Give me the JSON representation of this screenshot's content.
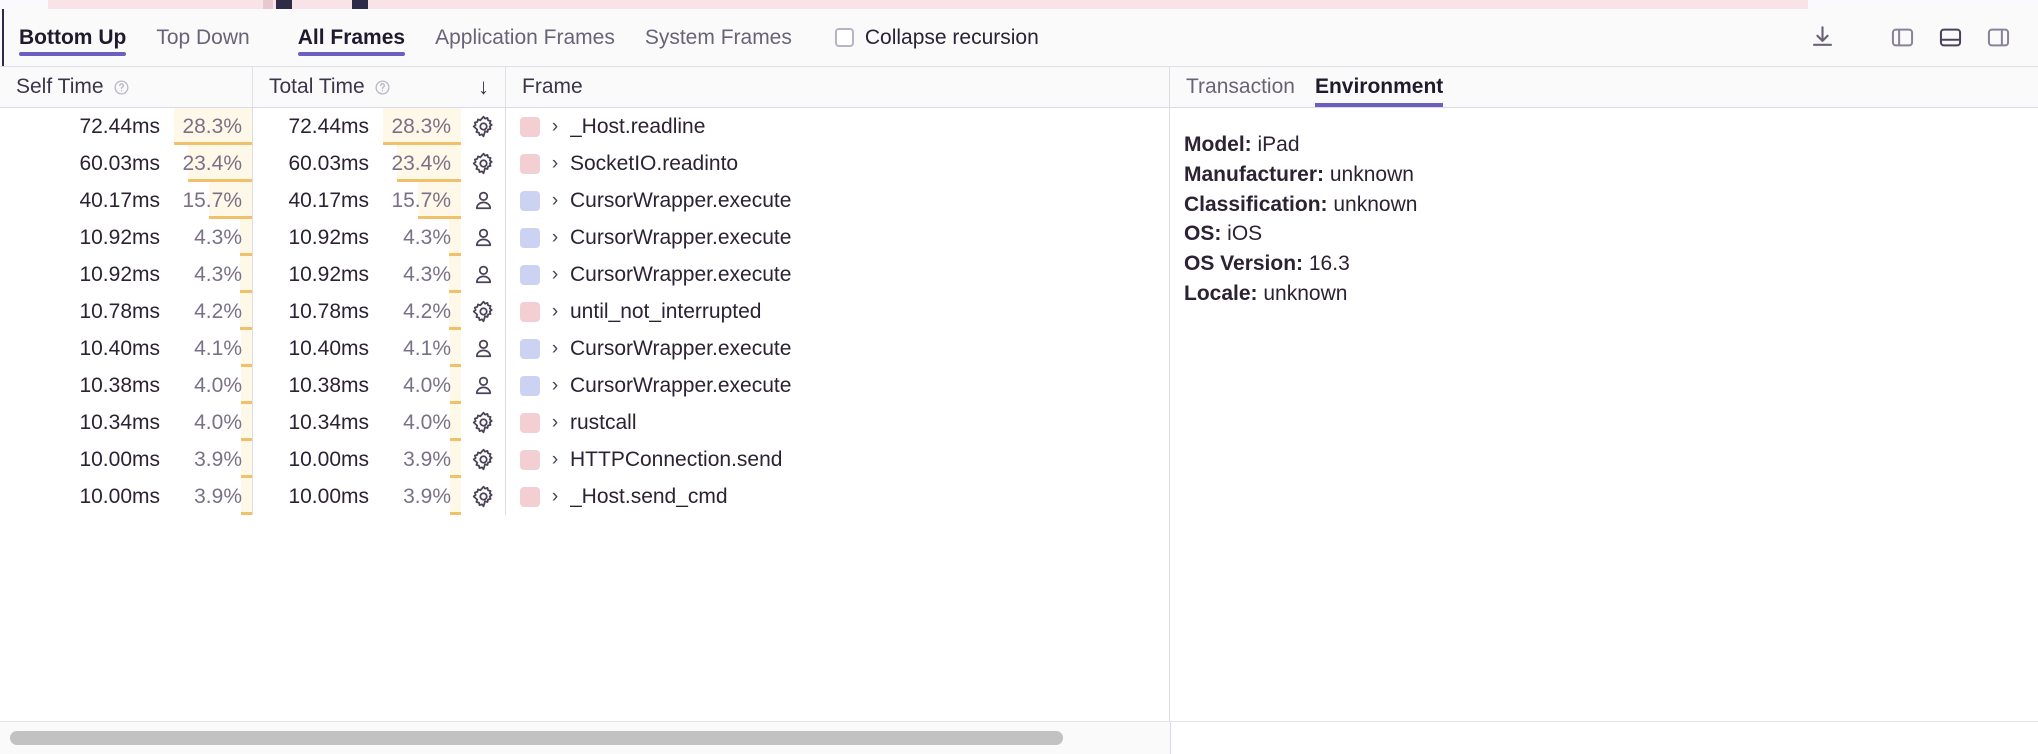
{
  "toolbar": {
    "tabs": [
      {
        "label": "Bottom Up",
        "active": true
      },
      {
        "label": "Top Down",
        "active": false
      }
    ],
    "frame_tabs": [
      {
        "label": "All Frames",
        "active": true
      },
      {
        "label": "Application Frames",
        "active": false
      },
      {
        "label": "System Frames",
        "active": false
      }
    ],
    "collapse_recursion_label": "Collapse recursion",
    "collapse_recursion_checked": false,
    "icons": [
      {
        "name": "download-icon"
      },
      {
        "name": "panel-left-icon"
      },
      {
        "name": "panel-bottom-icon"
      },
      {
        "name": "panel-right-icon"
      }
    ]
  },
  "table": {
    "columns": {
      "self_time": "Self Time",
      "total_time": "Total Time",
      "frame": "Frame",
      "sort_indicator": "↓"
    },
    "rows": [
      {
        "self_time": "72.44ms",
        "self_pct": "28.3%",
        "self_pct_value": 28.3,
        "total_time": "72.44ms",
        "total_pct": "28.3%",
        "total_pct_value": 28.3,
        "kind": "system",
        "swatch": "#f3ced3",
        "frame": "_Host.readline"
      },
      {
        "self_time": "60.03ms",
        "self_pct": "23.4%",
        "self_pct_value": 23.4,
        "total_time": "60.03ms",
        "total_pct": "23.4%",
        "total_pct_value": 23.4,
        "kind": "system",
        "swatch": "#f3ced3",
        "frame": "SocketIO.readinto"
      },
      {
        "self_time": "40.17ms",
        "self_pct": "15.7%",
        "self_pct_value": 15.7,
        "total_time": "40.17ms",
        "total_pct": "15.7%",
        "total_pct_value": 15.7,
        "kind": "application",
        "swatch": "#ccd3f2",
        "frame": "CursorWrapper.execute"
      },
      {
        "self_time": "10.92ms",
        "self_pct": "4.3%",
        "self_pct_value": 4.3,
        "total_time": "10.92ms",
        "total_pct": "4.3%",
        "total_pct_value": 4.3,
        "kind": "application",
        "swatch": "#ccd3f2",
        "frame": "CursorWrapper.execute"
      },
      {
        "self_time": "10.92ms",
        "self_pct": "4.3%",
        "self_pct_value": 4.3,
        "total_time": "10.92ms",
        "total_pct": "4.3%",
        "total_pct_value": 4.3,
        "kind": "application",
        "swatch": "#ccd3f2",
        "frame": "CursorWrapper.execute"
      },
      {
        "self_time": "10.78ms",
        "self_pct": "4.2%",
        "self_pct_value": 4.2,
        "total_time": "10.78ms",
        "total_pct": "4.2%",
        "total_pct_value": 4.2,
        "kind": "system",
        "swatch": "#f3ced3",
        "frame": "until_not_interrupted"
      },
      {
        "self_time": "10.40ms",
        "self_pct": "4.1%",
        "self_pct_value": 4.1,
        "total_time": "10.40ms",
        "total_pct": "4.1%",
        "total_pct_value": 4.1,
        "kind": "application",
        "swatch": "#ccd3f2",
        "frame": "CursorWrapper.execute"
      },
      {
        "self_time": "10.38ms",
        "self_pct": "4.0%",
        "self_pct_value": 4.0,
        "total_time": "10.38ms",
        "total_pct": "4.0%",
        "total_pct_value": 4.0,
        "kind": "application",
        "swatch": "#ccd3f2",
        "frame": "CursorWrapper.execute"
      },
      {
        "self_time": "10.34ms",
        "self_pct": "4.0%",
        "self_pct_value": 4.0,
        "total_time": "10.34ms",
        "total_pct": "4.0%",
        "total_pct_value": 4.0,
        "kind": "system",
        "swatch": "#f3ced3",
        "frame": "rustcall"
      },
      {
        "self_time": "10.00ms",
        "self_pct": "3.9%",
        "self_pct_value": 3.9,
        "total_time": "10.00ms",
        "total_pct": "3.9%",
        "total_pct_value": 3.9,
        "kind": "system",
        "swatch": "#f3ced3",
        "frame": "HTTPConnection.send"
      },
      {
        "self_time": "10.00ms",
        "self_pct": "3.9%",
        "self_pct_value": 3.9,
        "total_time": "10.00ms",
        "total_pct": "3.9%",
        "total_pct_value": 3.9,
        "kind": "system",
        "swatch": "#f3ced3",
        "frame": "_Host.send_cmd"
      }
    ]
  },
  "detail": {
    "tabs": [
      {
        "label": "Transaction",
        "active": false
      },
      {
        "label": "Environment",
        "active": true
      }
    ],
    "environment": [
      {
        "key": "Model:",
        "value": "iPad"
      },
      {
        "key": "Manufacturer:",
        "value": "unknown"
      },
      {
        "key": "Classification:",
        "value": "unknown"
      },
      {
        "key": "OS:",
        "value": "iOS"
      },
      {
        "key": "OS Version:",
        "value": "16.3"
      },
      {
        "key": "Locale:",
        "value": "unknown"
      }
    ]
  },
  "scrollbar": {
    "thumb_start_pct": 0,
    "thumb_width_pct": 90
  },
  "colors": {
    "accent": "#6a5fc0",
    "pct_fill": "#fdf8e7",
    "pct_bar": "#f0c06a",
    "swatch_system": "#f3ced3",
    "swatch_application": "#ccd3f2"
  }
}
